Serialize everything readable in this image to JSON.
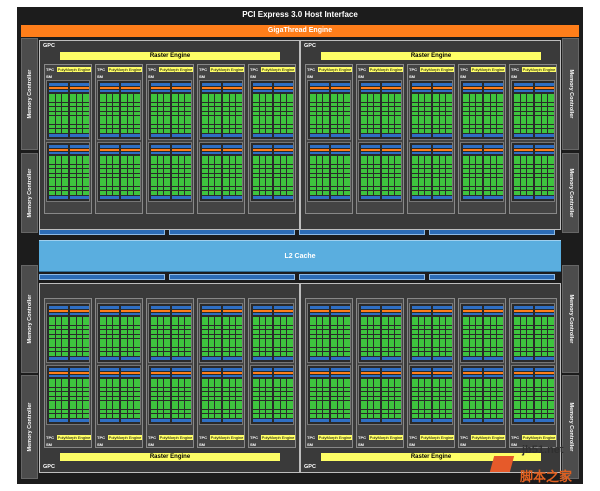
{
  "host_interface": "PCI Express 3.0 Host Interface",
  "gigathread": "GigaThread Engine",
  "l2_cache": "L2 Cache",
  "gpc_label": "GPC",
  "raster_engine": "Raster Engine",
  "polymorph_engine": "PolyMorph Engine",
  "tpc_label": "TPC",
  "sm_label": "SM",
  "memory_controller": "Memory Controller",
  "watermark": {
    "site": "jb51.net",
    "name": "脚本之家"
  },
  "colors": {
    "chip_bg": "#1c1c1c",
    "gigathread": "#ff7e1a",
    "l2_cache": "#5aaedf",
    "raster": "#ffff66",
    "cuda_core": "#3ec43e",
    "register_file": "#2f6fc4",
    "watermark_accent": "#e06020"
  }
}
